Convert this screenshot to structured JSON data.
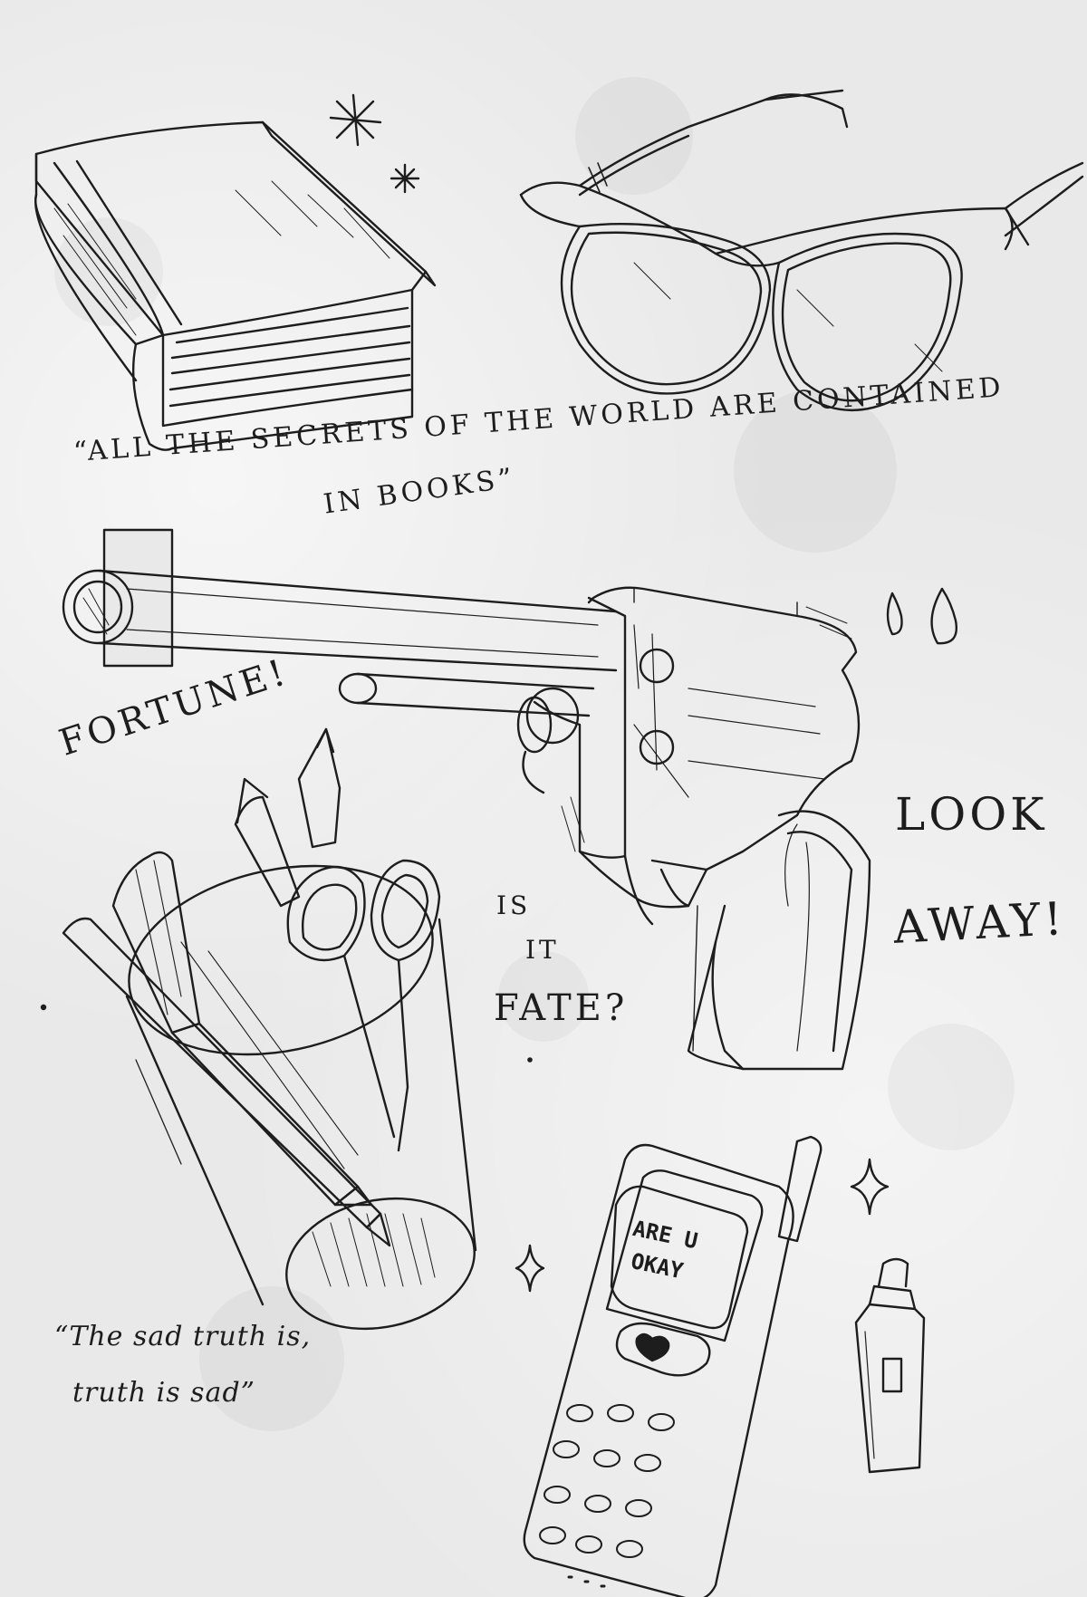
{
  "texts": {
    "books_quote_line1": "“ALL THE SECRETS OF THE WORLD ARE CONTAINED",
    "books_quote_line2": "IN BOOKS”",
    "fortune": "FORTUNE!",
    "is": "IS",
    "it": "IT",
    "fate": "FATE?",
    "look": "LOOK",
    "away": "AWAY!",
    "sad_truth_line1": "“The sad truth is,",
    "sad_truth_line2": "truth is sad”",
    "phone_screen_line1": "ARE U",
    "phone_screen_line2": "OKAY"
  },
  "objects": [
    "book",
    "glasses",
    "revolver",
    "pen-holder",
    "pencils",
    "scissors",
    "mobile-phone",
    "perfume-bottle",
    "sparkles",
    "tear-drops"
  ],
  "colors": {
    "paper": "#e9e9e9",
    "ink": "#1d1d1d"
  }
}
